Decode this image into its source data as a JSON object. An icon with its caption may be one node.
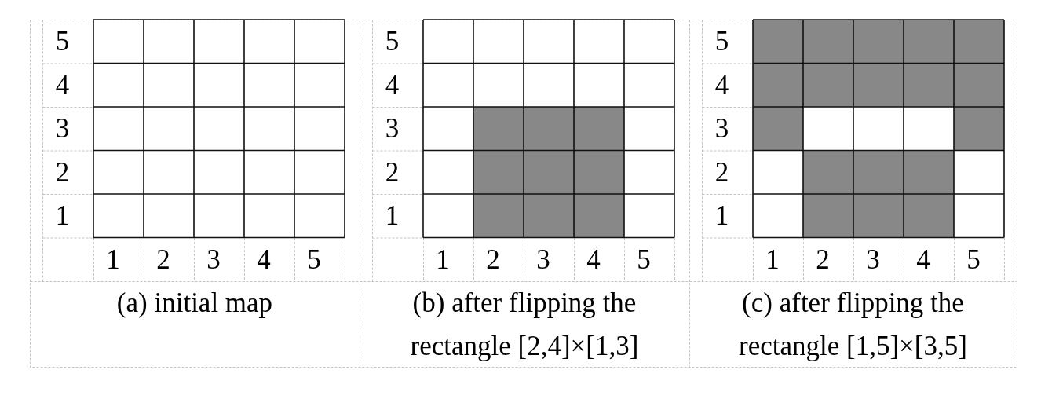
{
  "diagram": {
    "labels": [
      "5",
      "4",
      "3",
      "2",
      "1",
      "1",
      "2",
      "3",
      "4",
      "5",
      "5",
      "4",
      "3",
      "2",
      "1",
      "1",
      "2",
      "3",
      "4",
      "5",
      "5",
      "4",
      "3",
      "2",
      "1",
      "1",
      "2",
      "3",
      "4",
      "5",
      "(a) initial map",
      "(b) after flipping the rectangle [2,4]×[1,3]",
      "(c) after flipping the rectangle [1,5]×[3,5]"
    ]
  }
}
